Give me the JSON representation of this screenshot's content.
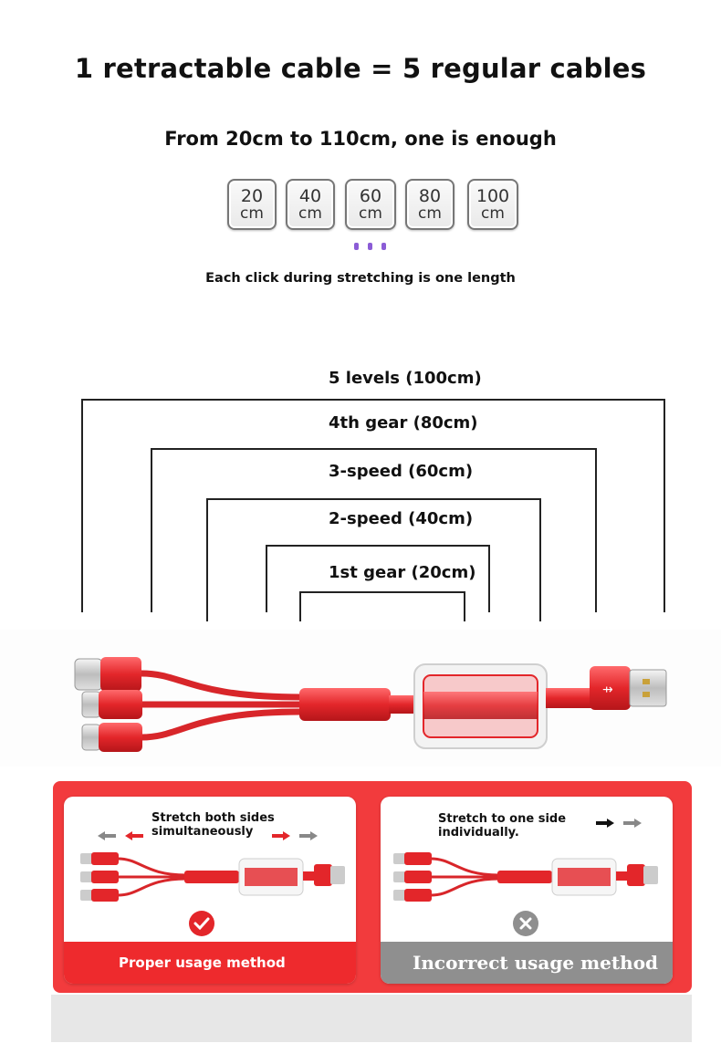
{
  "headline": "1 retractable cable = 5 regular cables",
  "subline": "From 20cm to 110cm, one is enough",
  "length_buttons": [
    {
      "num": "20",
      "unit": "cm"
    },
    {
      "num": "40",
      "unit": "cm"
    },
    {
      "num": "60",
      "unit": "cm"
    },
    {
      "num": "80",
      "unit": "cm"
    },
    {
      "num": "100",
      "unit": "cm"
    }
  ],
  "click_note": "Each click during stretching is one length",
  "levels": [
    "5 levels (100cm)",
    "4th gear (80cm)",
    "3-speed (60cm)",
    "2-speed (40cm)",
    "1st gear (20cm)"
  ],
  "usage": {
    "proper": {
      "desc_line1": "Stretch both sides",
      "desc_line2": "simultaneously",
      "label": "Proper usage method"
    },
    "incorrect": {
      "desc_line1": "Stretch to one side",
      "desc_line2": "individually.",
      "label": "Incorrect usage method"
    }
  },
  "colors": {
    "accent_red": "#f23b3d",
    "cable_red": "#e3262a",
    "incorrect_grey": "#8f8f8f",
    "dot_purple": "#8b5cd6"
  }
}
